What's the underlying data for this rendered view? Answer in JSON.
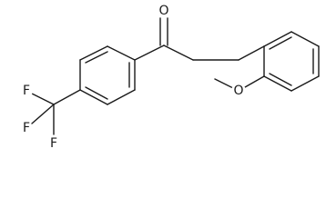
{
  "atoms": {
    "carbonyl_oxygen": "O",
    "ether_oxygen": "O",
    "fluorine_1": "F",
    "fluorine_2": "F",
    "fluorine_3": "F"
  }
}
